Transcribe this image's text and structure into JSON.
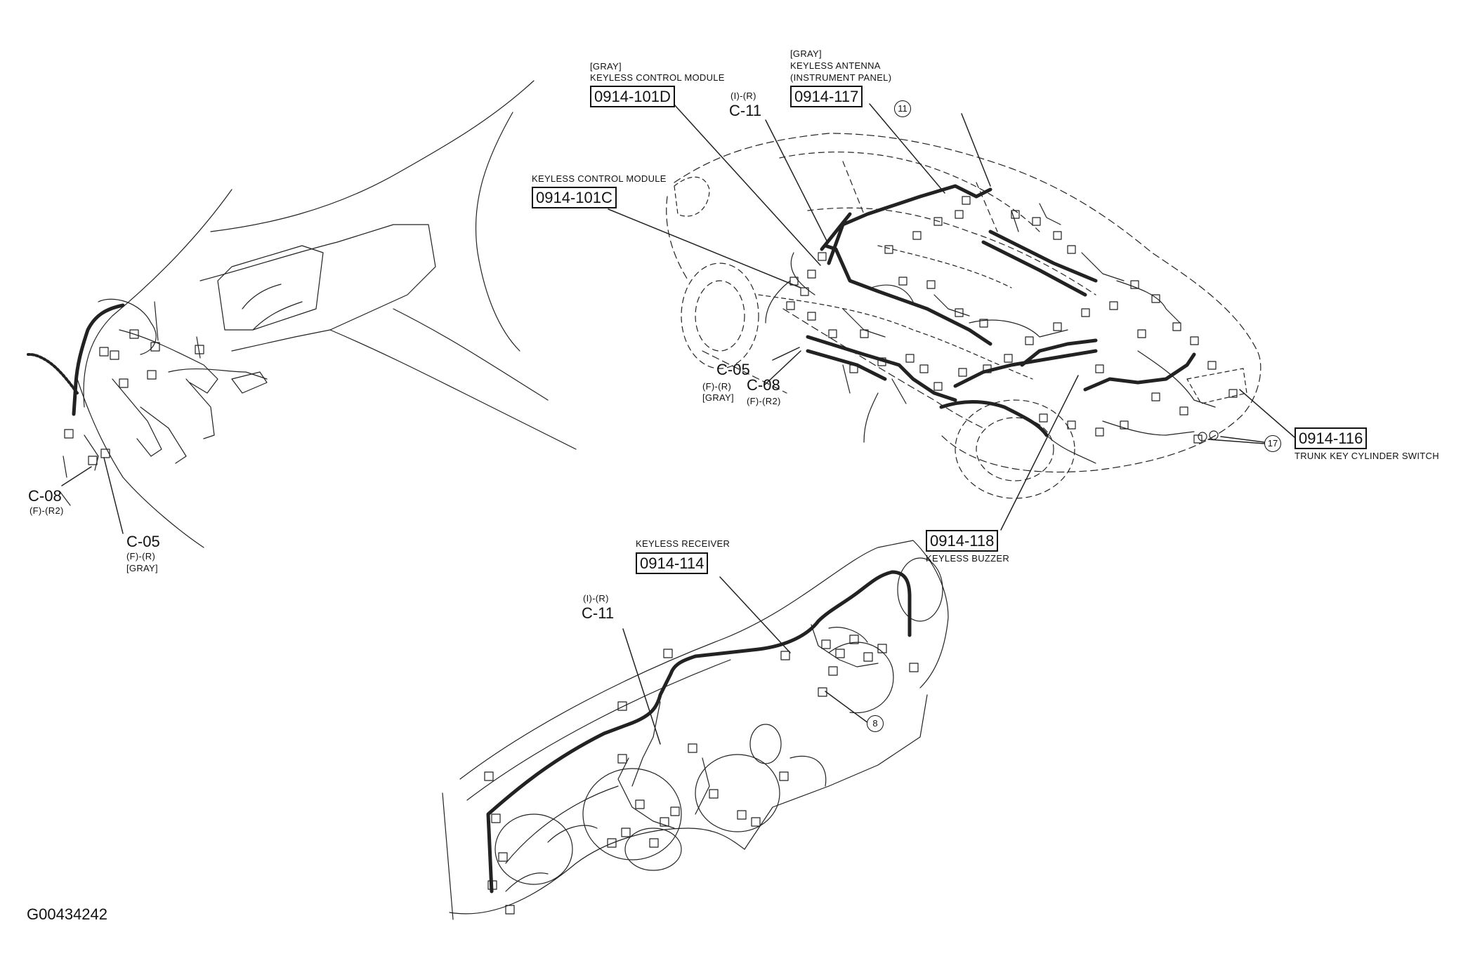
{
  "figure_id": "G00434242",
  "left_view": {
    "c08": {
      "code": "C-08",
      "spec": "(F)-(R2)"
    },
    "c05": {
      "code": "C-05",
      "spec": "(F)-(R)",
      "color": "[GRAY]"
    }
  },
  "car_view": {
    "module_d": {
      "color": "[GRAY]",
      "name": "KEYLESS CONTROL MODULE",
      "code": "0914-101D"
    },
    "module_c": {
      "name": "KEYLESS CONTROL MODULE",
      "code": "0914-101C"
    },
    "c11": {
      "spec": "(I)-(R)",
      "code": "C-11"
    },
    "antenna": {
      "color": "[GRAY]",
      "name": "KEYLESS ANTENNA",
      "location": "(INSTRUMENT PANEL)",
      "code": "0914-117"
    },
    "callout_11": "11",
    "c05": {
      "code": "C-05",
      "spec": "(F)-(R)",
      "color": "[GRAY]"
    },
    "c08": {
      "code": "C-08",
      "spec": "(F)-(R2)"
    },
    "trunk": {
      "code": "0914-116",
      "name": "TRUNK KEY CYLINDER SWITCH"
    },
    "callout_17": "17",
    "buzzer": {
      "code": "0914-118",
      "name": "KEYLESS BUZZER"
    }
  },
  "dash_view": {
    "receiver": {
      "name": "KEYLESS RECEIVER",
      "code": "0914-114"
    },
    "c11": {
      "spec": "(I)-(R)",
      "code": "C-11"
    },
    "callout_8": "8"
  }
}
